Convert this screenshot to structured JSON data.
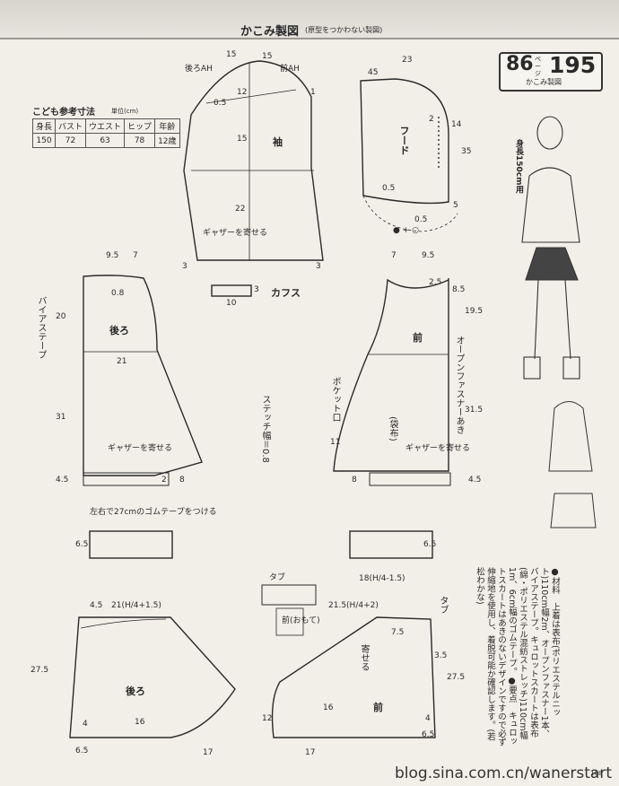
{
  "header": {
    "title": "かこみ製図",
    "subtitle": "(原型をつかわない製図)"
  },
  "page_badge": {
    "left": "86",
    "mid": "ページ",
    "right": "195",
    "caption": "かこみ製図"
  },
  "size_table": {
    "title": "こども参考寸法",
    "unit": "単位(cm)",
    "headers": [
      "身長",
      "バスト",
      "ウエスト",
      "ヒップ",
      "年齢"
    ],
    "values": [
      "150",
      "72",
      "63",
      "78",
      "12歳"
    ]
  },
  "model": {
    "label": "身長150cm用"
  },
  "labels": {
    "sleeve": "袖",
    "hood": "フード",
    "cuff": "カフス",
    "back": "後ろ",
    "front": "前",
    "bias": "バイアステープ",
    "gather1": "ギャザーを寄せる",
    "gather2": "ギャザーを寄せる",
    "gather3": "ギャザーを寄せる",
    "gather4": "寄せる",
    "zipper": "オープンファスナーあき",
    "pocket": "ポケット口",
    "pocket_cloth": "(袋布)",
    "stitch": "ステッチ幅＝0.8",
    "elastic": "左右で27cmのゴムテープをつける",
    "tab": "タブ",
    "tab2": "タブ",
    "front_face": "前(おもて)",
    "back2": "後ろ",
    "front2": "前",
    "back_ah": "後ろAH",
    "front_ah": "前AH",
    "formula1": "21(H/4+1.5)",
    "formula2": "21.5(H/4+2)",
    "formula3": "18(H/4-1.5)",
    "dots": "● + ○"
  },
  "dims": {
    "d15a": "15",
    "d15b": "15",
    "d12a": "12",
    "d1a": "1",
    "d15c": "15",
    "d22": "22",
    "d3a": "3",
    "d3b": "3",
    "d05a": "0.5",
    "d45a": "45",
    "d23": "23",
    "d2a": "2",
    "d14": "14",
    "d35a": "35",
    "d05b": "0.5",
    "d5a": "5",
    "d05c": "0.5",
    "d10": "10",
    "d3c": "3",
    "d95a": "9.5",
    "d7a": "7",
    "d7b": "7",
    "d95b": "9.5",
    "d20": "20",
    "d21a": "21",
    "d31": "31",
    "d45b": "4.5",
    "d08": "0.8",
    "d2b": "2",
    "d8a": "8",
    "d25": "2.5",
    "d85": "8.5",
    "d195": "19.5",
    "d315": "31.5",
    "d45c": "4.5",
    "d11": "11",
    "d8b": "8",
    "d65a": "6.5",
    "d65b": "6.5",
    "d45d": "4.5",
    "d275a": "27.5",
    "d275b": "27.5",
    "d16a": "16",
    "d16b": "16",
    "d17a": "17",
    "d17b": "17",
    "d12b": "12",
    "d65c": "6.5",
    "d65d": "6.5",
    "d75": "7.5",
    "d35b": "3.5",
    "d4a": "4",
    "d4b": "4"
  },
  "materials": {
    "text": "●材料　上着は表布(ポリエステルニット)110cm幅2m、オープンファスナー1本、バイアステープ。キュロットスカートは表布(綿・ポリエステル混紡ストレッチ)110cm幅1m、6cm幅のゴムテープ。●要点　キュロットスカートはあきのないデザインですので必ず伸縮地を使用し、着脱可能か確認します。(若松わかな)"
  },
  "watermark": "blog.sina.com.cn/wanerstart",
  "footer_mark": "168"
}
